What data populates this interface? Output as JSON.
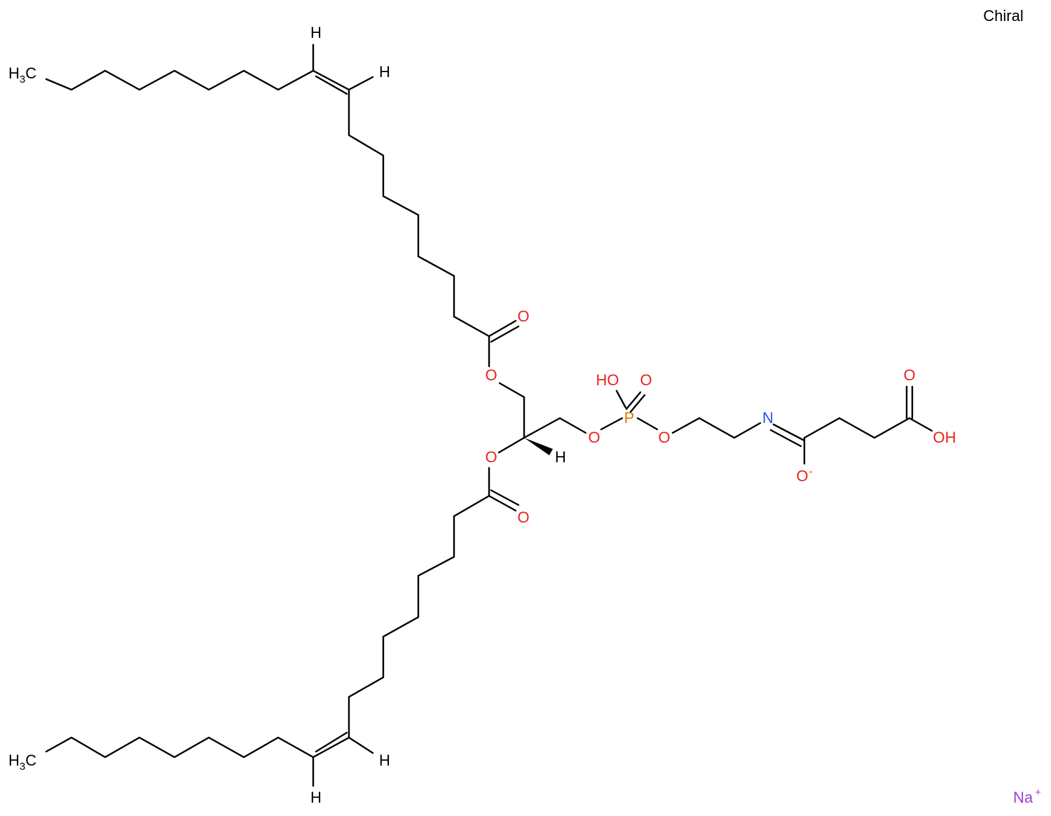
{
  "diagram": {
    "chiral_label": "Chiral",
    "counterion": {
      "symbol": "Na",
      "charge": "+"
    },
    "colors": {
      "bond": "#000000",
      "oxygen": "#e8231d",
      "nitrogen": "#2f52e0",
      "phosphorus": "#e07b00",
      "sodium": "#a040d0"
    },
    "atoms": {
      "h_top_db_left": "H",
      "h_top_db_right": "H",
      "ch3_top": {
        "main": "H",
        "sub": "3",
        "tail": "C"
      },
      "o_ester1_carbonyl": "O",
      "o_ester1_link": "O",
      "o_ester2_link": "O",
      "o_ester2_carbonyl": "O",
      "h_stereo": "H",
      "ho_phosphate": "HO",
      "o_phosphate_double": "O",
      "p_phosphate": "P",
      "o_phosphate_left": "O",
      "o_phosphate_right": "O",
      "n_imine": "N",
      "o_anion": {
        "main": "O",
        "charge": "-"
      },
      "o_acid_carbonyl": "O",
      "oh_acid": "OH",
      "ch3_bottom": {
        "main": "H",
        "sub": "3",
        "tail": "C"
      },
      "h_bot_db_right": "H",
      "h_bot_db_left": "H"
    }
  }
}
